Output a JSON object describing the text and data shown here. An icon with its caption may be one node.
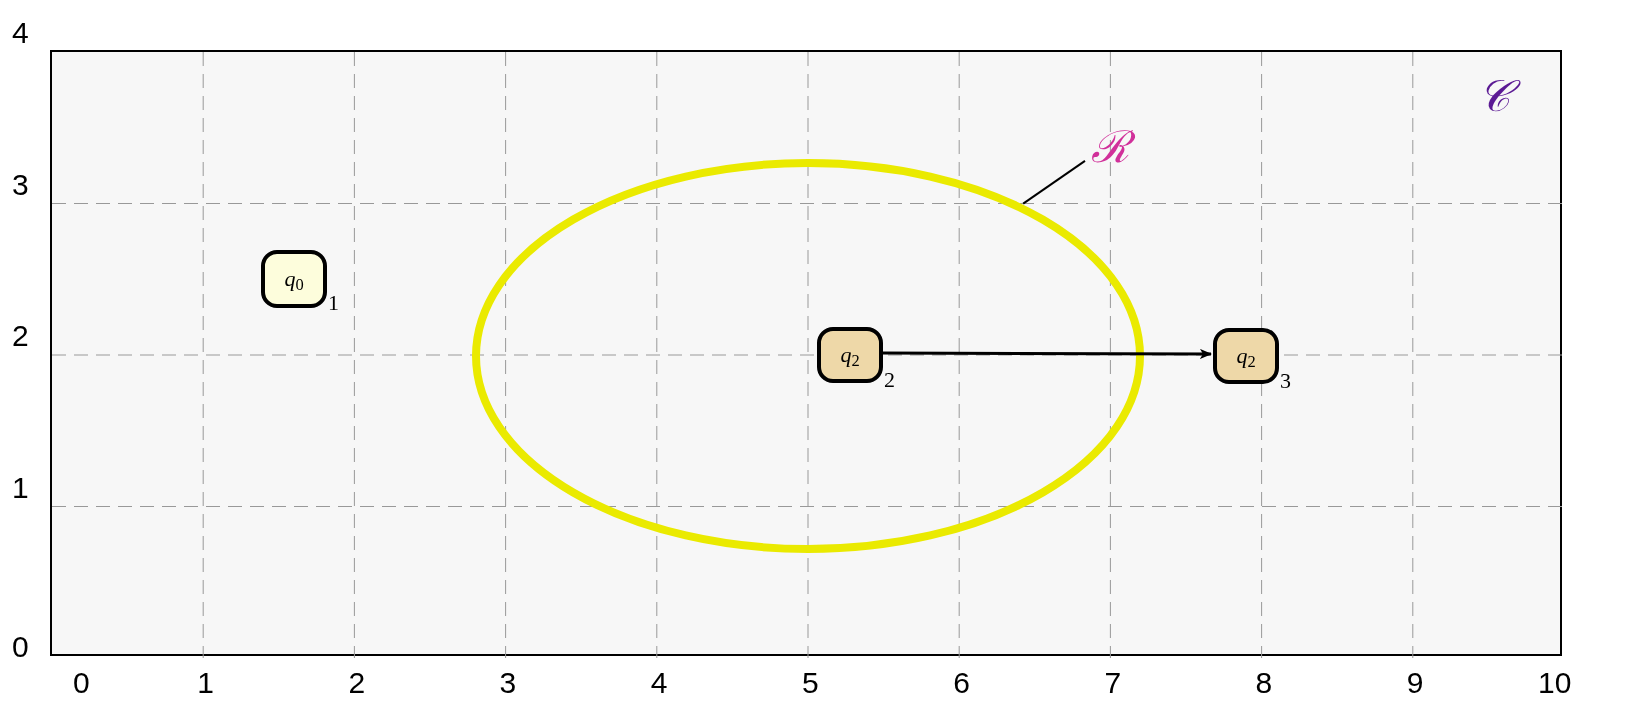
{
  "diagram": {
    "nodes": [
      {
        "text": [
          "𝒞"
        ]
      },
      {
        "text": [
          "*q*$_{0}$"
        ],
        "in": 0,
        "beside": [
          "1"
        ]
      },
      {
        "text": [],
        "shape": "ellipse",
        "in": 0
      },
      {
        "text": [
          "ℛ"
        ],
        "in": 0
      },
      {
        "text": [
          "*q*$_{2}$"
        ],
        "in": 2,
        "beside": [
          "2"
        ]
      },
      {
        "text": [
          "*q*$_{2}$"
        ],
        "in": 0,
        "beside": [
          "3"
        ]
      }
    ],
    "edges": [
      {
        "from": 3,
        "to": 2,
        "arrow": "none"
      },
      {
        "from": 4,
        "to": 5,
        "arrow": "to"
      }
    ],
    "labels": [
      "4",
      "3",
      "2",
      "1",
      "0",
      "0",
      "1",
      "2",
      "3",
      "4",
      "5",
      "6",
      "7",
      "8",
      "9",
      "10"
    ]
  }
}
